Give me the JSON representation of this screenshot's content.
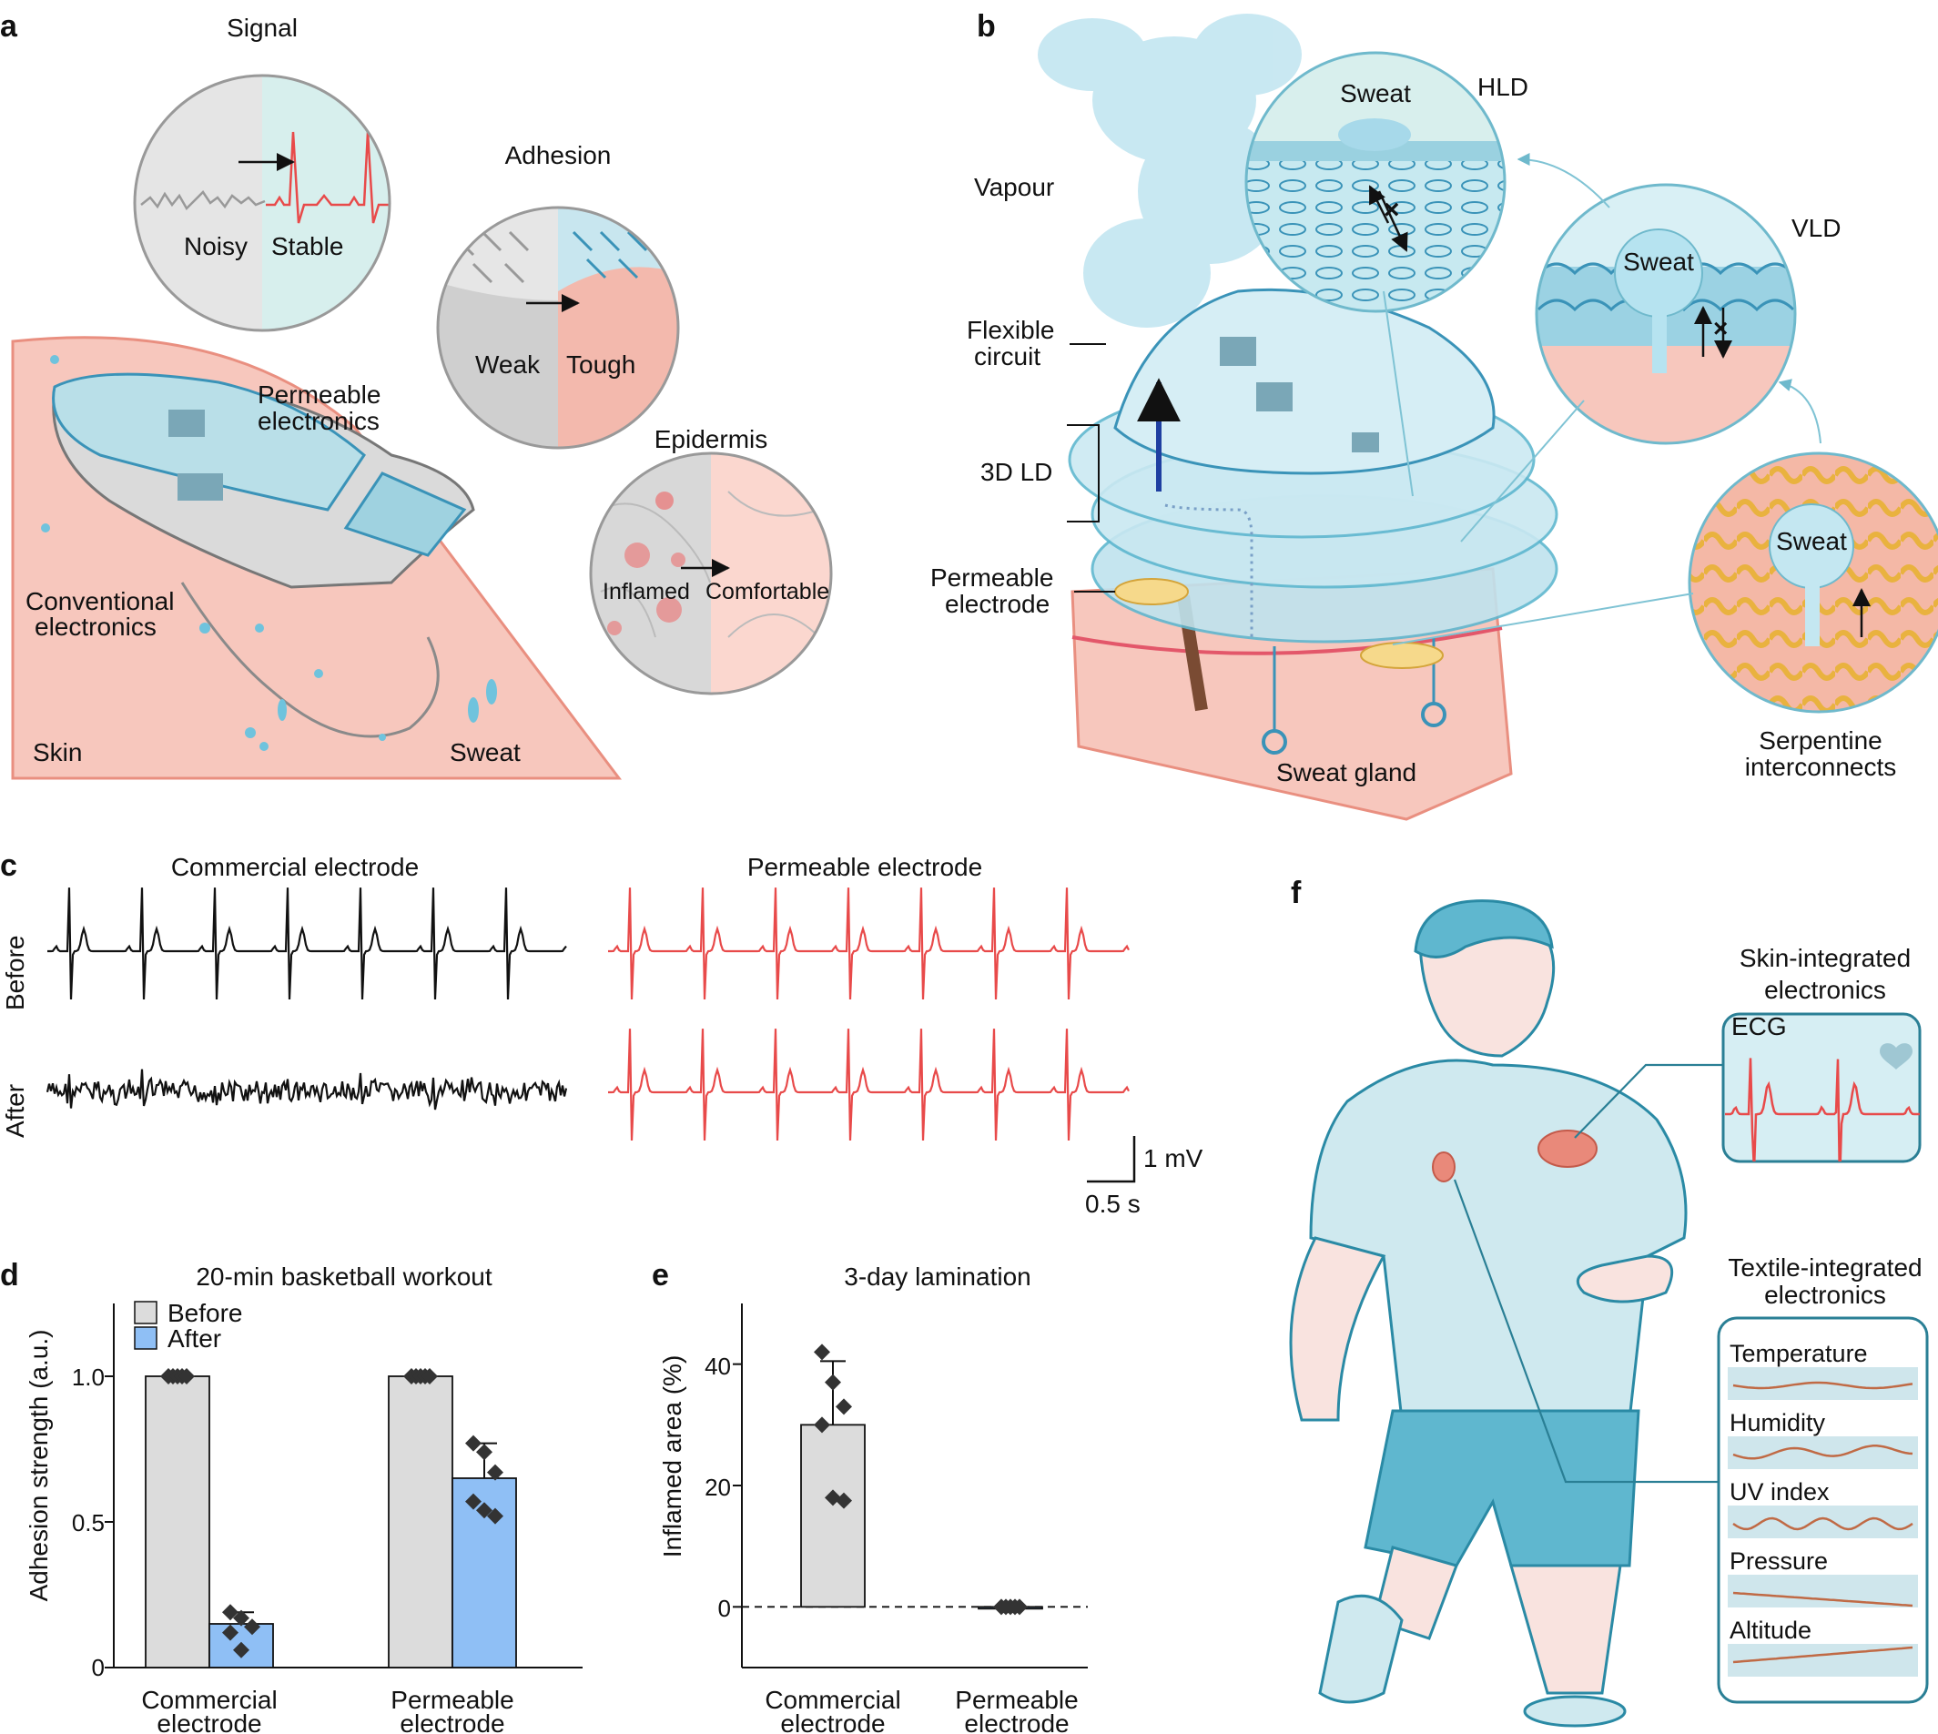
{
  "panels": {
    "a": {
      "letter": "a",
      "signal_title": "Signal",
      "noisy": "Noisy",
      "stable": "Stable",
      "adhesion_title": "Adhesion",
      "weak": "Weak",
      "tough": "Tough",
      "epidermis_title": "Epidermis",
      "inflamed": "Inflamed",
      "comfortable": "Comfortable",
      "permeable_1": "Permeable",
      "permeable_2": "electronics",
      "conventional_1": "Conventional",
      "conventional_2": "electronics",
      "skin": "Skin",
      "sweat": "Sweat"
    },
    "b": {
      "letter": "b",
      "vapour": "Vapour",
      "flexible_1": "Flexible",
      "flexible_2": "circuit",
      "ld3d": "3D LD",
      "perm_electrode_1": "Permeable",
      "perm_electrode_2": "electrode",
      "sweat_gland": "Sweat gland",
      "hld": "HLD",
      "vld": "VLD",
      "sweat_hld": "Sweat",
      "sweat_vld": "Sweat",
      "sweat_serp": "Sweat",
      "serp_1": "Serpentine",
      "serp_2": "interconnects"
    },
    "c": {
      "letter": "c",
      "commercial_title": "Commercial electrode",
      "permeable_title": "Permeable electrode",
      "before": "Before",
      "after": "After",
      "scale_v": "1 mV",
      "scale_t": "0.5 s"
    },
    "d": {
      "letter": "d",
      "title": "20-min basketball workout",
      "legend_before": "Before",
      "legend_after": "After",
      "ylabel": "Adhesion strength (a.u.)",
      "cat1_1": "Commercial",
      "cat1_2": "electrode",
      "cat2_1": "Permeable",
      "cat2_2": "electrode",
      "yticks": [
        "0",
        "0.5",
        "1.0"
      ]
    },
    "e": {
      "letter": "e",
      "title": "3-day lamination",
      "ylabel": "Inflamed area (%)",
      "cat1_1": "Commercial",
      "cat1_2": "electrode",
      "cat2_1": "Permeable",
      "cat2_2": "electrode",
      "yticks": [
        "0",
        "20",
        "40"
      ]
    },
    "f": {
      "letter": "f",
      "skin_int_1": "Skin-integrated",
      "skin_int_2": "electronics",
      "ecg": "ECG",
      "textile_1": "Textile-integrated",
      "textile_2": "electronics",
      "sensors": [
        "Temperature",
        "Humidity",
        "UV index",
        "Pressure",
        "Altitude"
      ]
    }
  },
  "colors": {
    "before_bar": "#dcdcdc",
    "after_bar": "#8fbff5",
    "ecg_commercial": "#111111",
    "ecg_permeable": "#e84a4a",
    "accent_teal": "#5fb7cf",
    "skin_pink": "#f7c7bd"
  },
  "chart_data": [
    {
      "panel": "d",
      "type": "bar",
      "title": "20-min basketball workout",
      "ylabel": "Adhesion strength (a.u.)",
      "categories": [
        "Commercial electrode",
        "Permeable electrode"
      ],
      "series": [
        {
          "name": "Before",
          "values": [
            1.0,
            1.0
          ],
          "errors": [
            0,
            0
          ],
          "points": [
            [
              1.0,
              1.0,
              1.0,
              1.0,
              1.0
            ],
            [
              1.0,
              1.0,
              1.0,
              1.0,
              1.0
            ]
          ]
        },
        {
          "name": "After",
          "values": [
            0.15,
            0.65
          ],
          "errors": [
            0.04,
            0.12
          ],
          "points": [
            [
              0.19,
              0.17,
              0.14,
              0.12,
              0.06
            ],
            [
              0.77,
              0.74,
              0.67,
              0.57,
              0.54,
              0.52
            ]
          ]
        }
      ],
      "ylim": [
        0,
        1.25
      ],
      "yticks": [
        0,
        0.5,
        1.0
      ],
      "legend": "top-left"
    },
    {
      "panel": "e",
      "type": "bar",
      "title": "3-day lamination",
      "ylabel": "Inflamed area (%)",
      "categories": [
        "Commercial electrode",
        "Permeable electrode"
      ],
      "values": [
        30,
        0
      ],
      "errors": [
        10.5,
        0
      ],
      "points": [
        [
          42,
          37,
          33,
          30,
          18,
          17.5
        ],
        [
          0,
          0,
          0,
          0,
          0
        ]
      ],
      "ylim": [
        -10,
        50
      ],
      "yticks": [
        0,
        20,
        40
      ],
      "reference_line": 0
    }
  ]
}
